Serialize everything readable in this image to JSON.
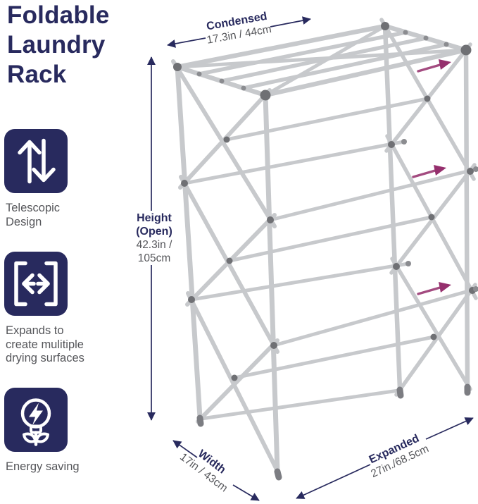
{
  "title": "Foldable\nLaundry\nRack",
  "features": [
    {
      "icon": "telescopic-arrows-icon",
      "label": "Telescopic\nDesign"
    },
    {
      "icon": "expand-brackets-icon",
      "label": "Expands to\ncreate mulitiple\ndrying surfaces"
    },
    {
      "icon": "energy-bulb-icon",
      "label": "Energy saving"
    }
  ],
  "dimensions": {
    "condensed": {
      "label": "Condensed",
      "value": "17.3in / 44cm"
    },
    "height": {
      "label": "Height\n(Open)",
      "value": "42.3in /\n105cm"
    },
    "width": {
      "label": "Width",
      "value": "17in / 43cm"
    },
    "expanded": {
      "label": "Expanded",
      "value": "27in./68.5cm"
    }
  },
  "colors": {
    "navy": "#282a5e",
    "gray_text": "#55565a",
    "tube_gray": "#c7c9cc",
    "connector_gray": "#6f7074",
    "accent_purple": "#952f6d"
  }
}
